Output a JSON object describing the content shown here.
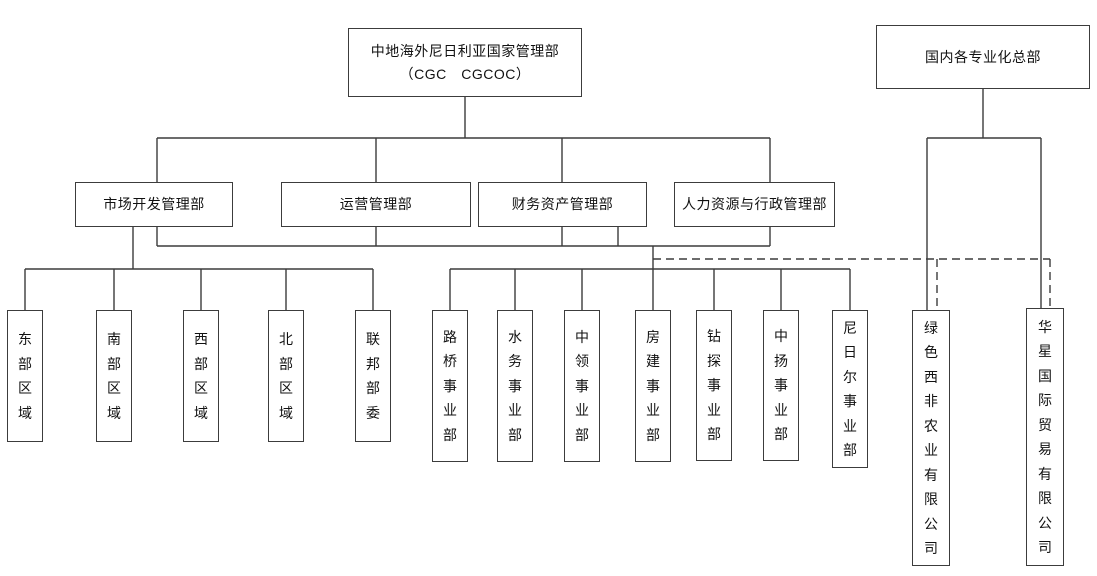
{
  "diagram_type": "organization-chart",
  "root": {
    "line1": "中地海外尼日利亚国家管理部",
    "line2": "（CGC　CGCOC）"
  },
  "hq": {
    "label": "国内各专业化总部"
  },
  "departments": [
    {
      "label": "市场开发管理部"
    },
    {
      "label": "运营管理部"
    },
    {
      "label": "财务资产管理部"
    },
    {
      "label": "人力资源与行政管理部"
    }
  ],
  "regions": [
    {
      "label": "东部区域"
    },
    {
      "label": "南部区域"
    },
    {
      "label": "西部区域"
    },
    {
      "label": "北部区域"
    },
    {
      "label": "联邦部委"
    }
  ],
  "divisions": [
    {
      "label": "路桥事业部"
    },
    {
      "label": "水务事业部"
    },
    {
      "label": "中领事业部"
    },
    {
      "label": "房建事业部"
    },
    {
      "label": "钻探事业部"
    },
    {
      "label": "中扬事业部"
    },
    {
      "label": "尼日尔事业部"
    }
  ],
  "companies": [
    {
      "label": "绿色西非农业有限公司"
    },
    {
      "label": "华星国际贸易有限公司"
    }
  ],
  "colors": {
    "line": "#3c3c3c",
    "box_border": "#3c3c3c",
    "text": "#111111",
    "background": "#ffffff"
  }
}
